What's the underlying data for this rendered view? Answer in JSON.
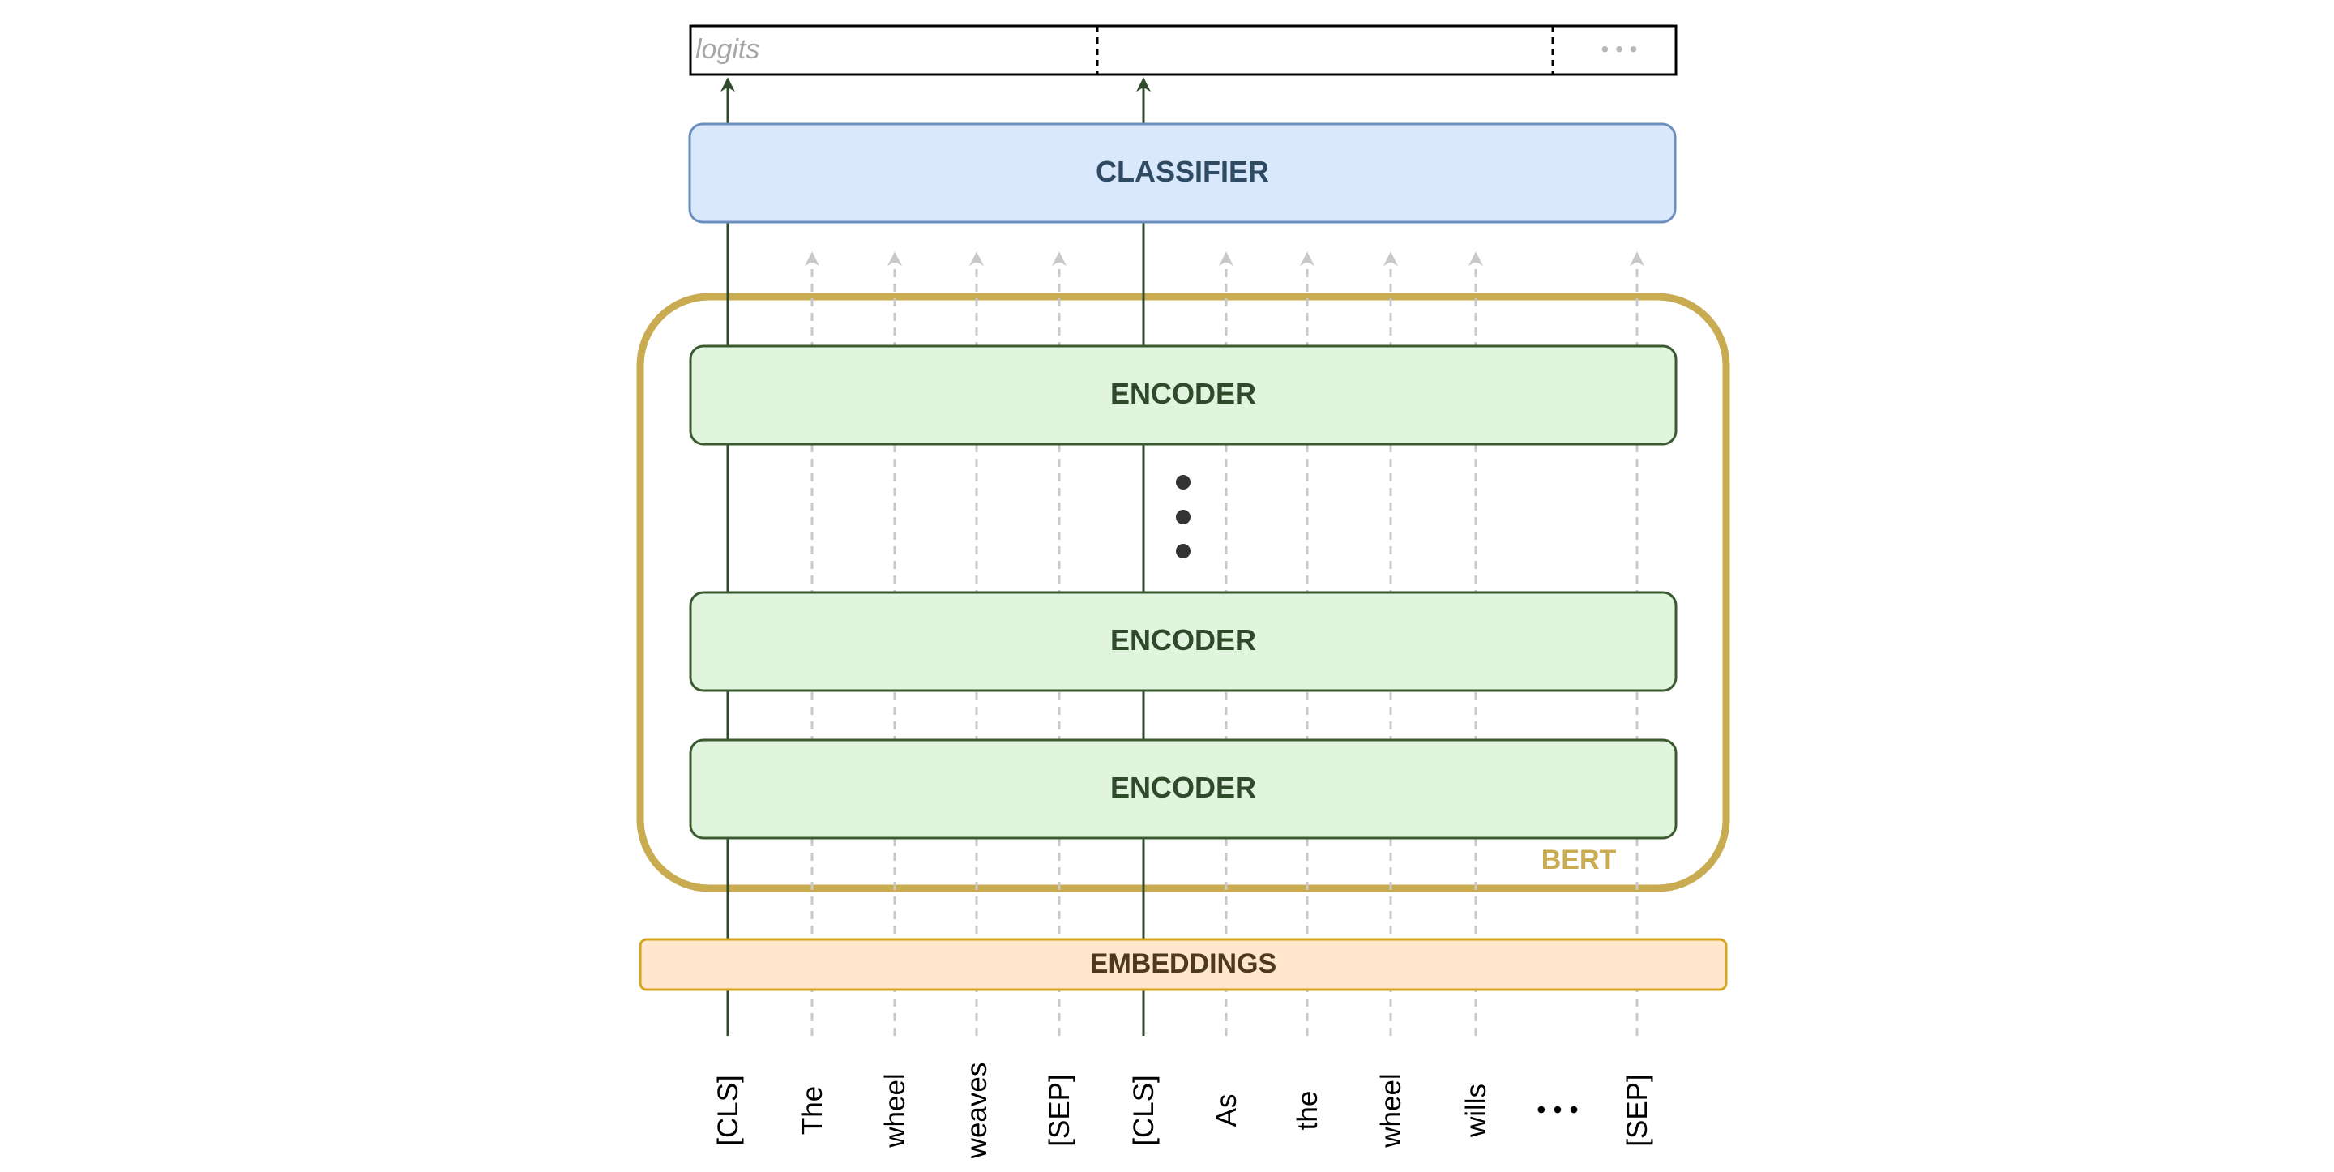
{
  "logits_label": "logits",
  "logits_more": "• • •",
  "classifier_label": "CLASSIFIER",
  "encoders": [
    "ENCODER",
    "ENCODER",
    "ENCODER"
  ],
  "bert_label": "BERT",
  "embeddings_label": "EMBEDDINGS",
  "tokens": [
    "[CLS]",
    "The",
    "wheel",
    "weaves",
    "[SEP]",
    "[CLS]",
    "As",
    "the",
    "wheel",
    "wills",
    "• • •",
    "[SEP]"
  ],
  "colors": {
    "bert_border": "#c9ab52",
    "classifier_fill": "#dae8fc",
    "classifier_stroke": "#6c8ebf",
    "encoder_fill": "#e1f4de",
    "encoder_stroke": "#3a5a30",
    "embeddings_fill": "#ffe6cc",
    "embeddings_stroke": "#d6a520",
    "main_arrow": "#2f4a2b",
    "faint_arrow": "#c8c8c8"
  }
}
